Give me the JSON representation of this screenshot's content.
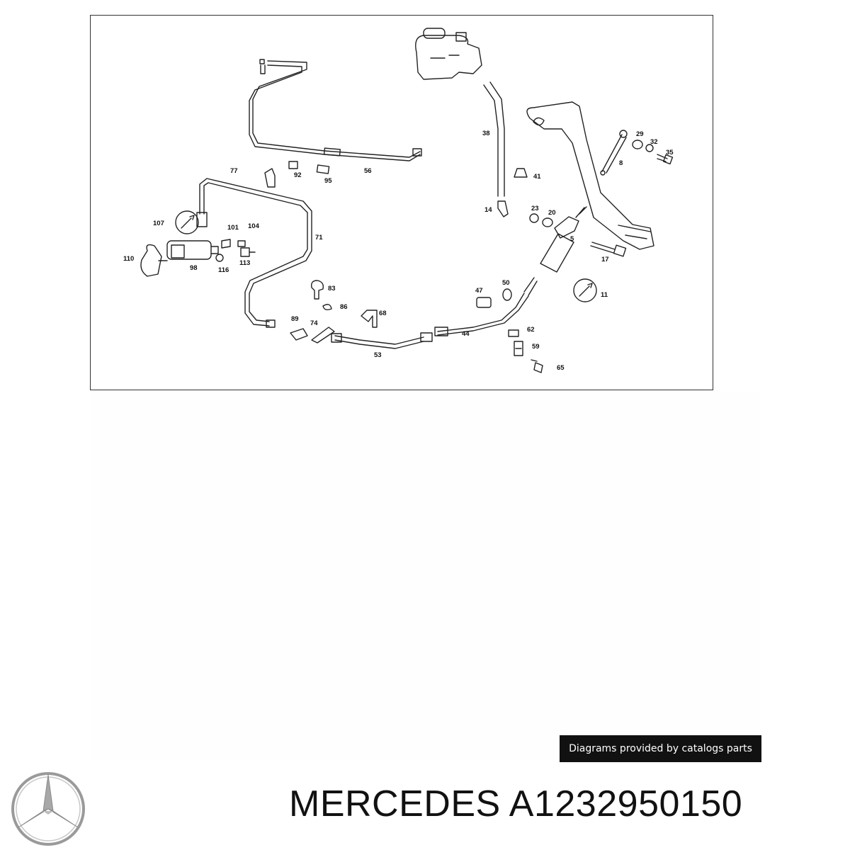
{
  "diagram": {
    "callouts": [
      "77",
      "92",
      "95",
      "56",
      "38",
      "41",
      "29",
      "32",
      "35",
      "8",
      "107",
      "101",
      "104",
      "71",
      "110",
      "98",
      "116",
      "113",
      "14",
      "23",
      "20",
      "5",
      "17",
      "83",
      "86",
      "68",
      "89",
      "74",
      "47",
      "50",
      "11",
      "44",
      "62",
      "53",
      "59",
      "65"
    ]
  },
  "credit": {
    "text": "Diagrams provided by catalogs parts"
  },
  "product": {
    "brand": "MERCEDES",
    "part_number": "A1232950150",
    "title": "MERCEDES A1232950150"
  },
  "logo": {
    "icon": "mercedes-star-icon",
    "color": "#9a9a9a"
  }
}
